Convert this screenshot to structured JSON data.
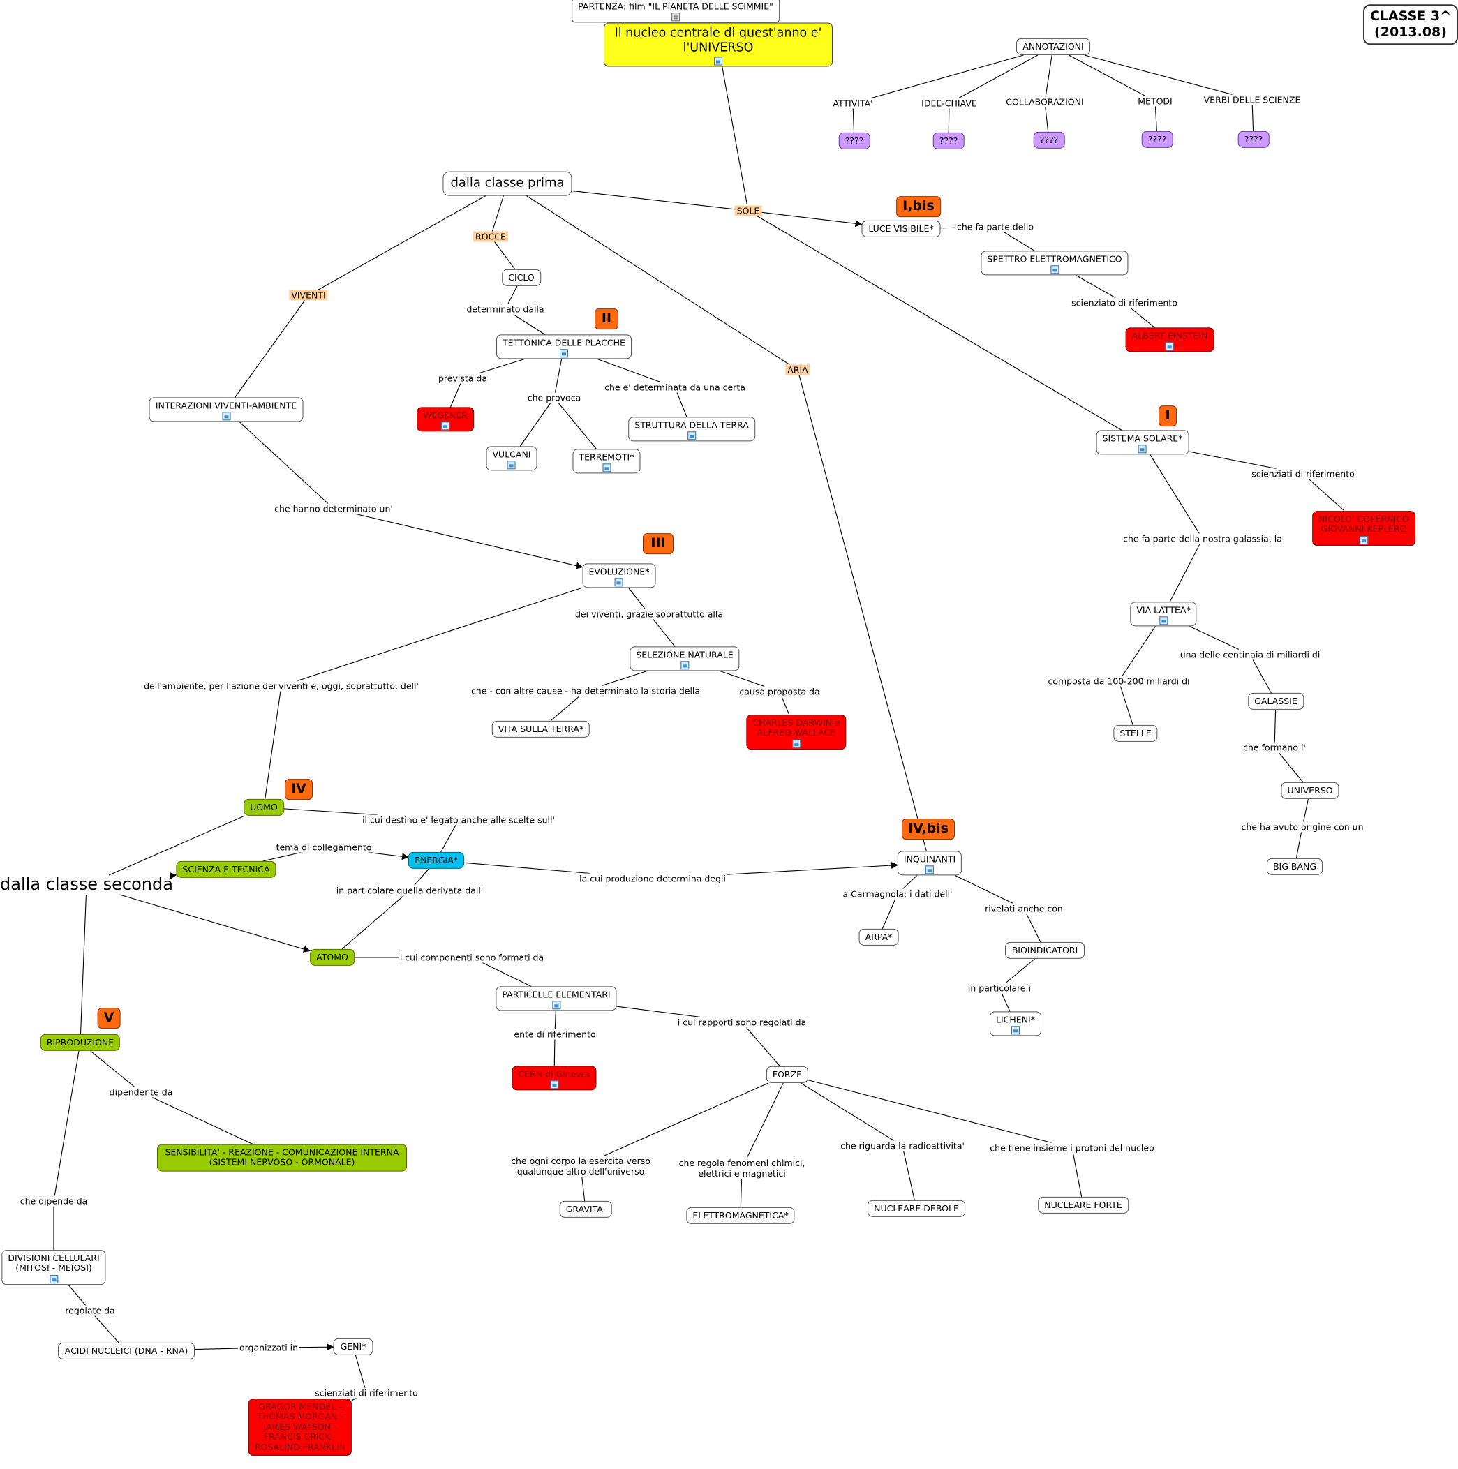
{
  "nodes": [
    {
      "id": "partenza",
      "text": "PARTENZA: film \"IL PIANETA DELLE SCIMMIE\"",
      "style": "src",
      "icon": "document-icon"
    },
    {
      "id": "nucleo",
      "text": "Il nucleo centrale di quest'anno e'\nl'UNIVERSO",
      "style": "root",
      "icon": "image-icon"
    },
    {
      "id": "classe",
      "text": "CLASSE 3^\n(2013.08)",
      "style": "title"
    },
    {
      "id": "annotazioni",
      "text": "ANNOTAZIONI"
    },
    {
      "id": "q1",
      "text": "????",
      "style": "purple"
    },
    {
      "id": "q2",
      "text": "????",
      "style": "purple"
    },
    {
      "id": "q3",
      "text": "????",
      "style": "purple"
    },
    {
      "id": "q4",
      "text": "????",
      "style": "purple"
    },
    {
      "id": "q5",
      "text": "????",
      "style": "purple"
    },
    {
      "id": "prima",
      "text": "dalla classe prima",
      "style": "big"
    },
    {
      "id": "badge_ibis",
      "text": "I,bis",
      "style": "badge"
    },
    {
      "id": "luce",
      "text": "LUCE VISIBILE*"
    },
    {
      "id": "spettro",
      "text": "SPETTRO ELETTROMAGNETICO",
      "icon": "image-icon"
    },
    {
      "id": "einstein",
      "text": "ALBERT EINSTEIN",
      "style": "red",
      "icon": "image-icon"
    },
    {
      "id": "ciclo",
      "text": "CICLO"
    },
    {
      "id": "badge_ii",
      "text": "II",
      "style": "badge"
    },
    {
      "id": "tettonica",
      "text": "TETTONICA DELLE PLACCHE",
      "icon": "image-icon"
    },
    {
      "id": "wegener",
      "text": "WEGENER",
      "style": "red",
      "icon": "image-icon"
    },
    {
      "id": "vulcani",
      "text": "VULCANI",
      "icon": "image-icon"
    },
    {
      "id": "terremoti",
      "text": "TERREMOTI*",
      "icon": "image-icon"
    },
    {
      "id": "struttura",
      "text": "STRUTTURA DELLA TERRA",
      "icon": "image-icon"
    },
    {
      "id": "interazioni",
      "text": "INTERAZIONI VIVENTI-AMBIENTE",
      "icon": "image-icon"
    },
    {
      "id": "badge_i",
      "text": "I",
      "style": "badge"
    },
    {
      "id": "sistema",
      "text": "SISTEMA SOLARE*",
      "icon": "image-icon"
    },
    {
      "id": "copernico",
      "text": "NICOLO' COPERNICO\nGIOVANNI KEPLERO",
      "style": "red",
      "icon": "image-icon"
    },
    {
      "id": "badge_iii",
      "text": "III",
      "style": "badge"
    },
    {
      "id": "evoluzione",
      "text": "EVOLUZIONE*",
      "icon": "image-icon"
    },
    {
      "id": "selezione",
      "text": "SELEZIONE NATURALE",
      "icon": "image-icon"
    },
    {
      "id": "vita",
      "text": "VITA SULLA TERRA*"
    },
    {
      "id": "darwin",
      "text": "CHARLES DARWIN e\nALFRED WALLACE",
      "style": "red",
      "icon": "image-icon"
    },
    {
      "id": "viallattea",
      "text": "VIA LATTEA*",
      "icon": "image-icon"
    },
    {
      "id": "stelle",
      "text": "STELLE"
    },
    {
      "id": "galassie",
      "text": "GALASSIE"
    },
    {
      "id": "universo",
      "text": "UNIVERSO"
    },
    {
      "id": "bigbang",
      "text": "BIG BANG"
    },
    {
      "id": "badge_iv",
      "text": "IV",
      "style": "badge"
    },
    {
      "id": "uomo",
      "text": "UOMO",
      "style": "green"
    },
    {
      "id": "badge_ivbis",
      "text": "IV,bis",
      "style": "badge"
    },
    {
      "id": "inquinanti",
      "text": "INQUINANTI",
      "icon": "image-icon"
    },
    {
      "id": "arpa",
      "text": "ARPA*"
    },
    {
      "id": "bioindicatori",
      "text": "BIOINDICATORI"
    },
    {
      "id": "licheni",
      "text": "LICHENI*",
      "icon": "image-icon"
    },
    {
      "id": "seconda",
      "text": "dalla classe seconda",
      "style": "plain"
    },
    {
      "id": "scienza",
      "text": "SCIENZA E TECNICA",
      "style": "green"
    },
    {
      "id": "energia",
      "text": "ENERGIA*",
      "style": "cyan"
    },
    {
      "id": "atomo",
      "text": "ATOMO",
      "style": "green"
    },
    {
      "id": "particelle",
      "text": "PARTICELLE ELEMENTARI",
      "icon": "image-icon"
    },
    {
      "id": "cern",
      "text": "CERN di Ginevra",
      "style": "red",
      "icon": "image-icon"
    },
    {
      "id": "forze",
      "text": "FORZE"
    },
    {
      "id": "gravita",
      "text": "GRAVITA'"
    },
    {
      "id": "elettro",
      "text": "ELETTROMAGNETICA*"
    },
    {
      "id": "debole",
      "text": "NUCLEARE DEBOLE"
    },
    {
      "id": "forte",
      "text": "NUCLEARE FORTE"
    },
    {
      "id": "badge_v",
      "text": "V",
      "style": "badge"
    },
    {
      "id": "riproduzione",
      "text": "RIPRODUZIONE",
      "style": "green"
    },
    {
      "id": "sensibilita",
      "text": "SENSIBILITA'  - REAZIONE - COMUNICAZIONE INTERNA\n(SISTEMI NERVOSO - ORMONALE)",
      "style": "green"
    },
    {
      "id": "divisioni",
      "text": "DIVISIONI CELLULARI\n(MITOSI - MEIOSI)",
      "icon": "image-icon"
    },
    {
      "id": "acidi",
      "text": "ACIDI NUCLEICI (DNA - RNA)"
    },
    {
      "id": "geni",
      "text": "GENI*"
    },
    {
      "id": "mendel",
      "text": "GRAGOR MENDEL -\nTHOMAS MORGAN -\nJAMES WATSON -\nFRANCIS CRICK -\nROSALIND FRANKLIN",
      "style": "red"
    }
  ],
  "labels": [
    {
      "id": "l_attivita",
      "text": "ATTIVITA'"
    },
    {
      "id": "l_idee",
      "text": "IDEE-CHIAVE"
    },
    {
      "id": "l_collab",
      "text": "COLLABORAZIONI"
    },
    {
      "id": "l_metodi",
      "text": "METODI"
    },
    {
      "id": "l_verbi",
      "text": "VERBI DELLE SCIENZE"
    },
    {
      "id": "l_sole",
      "text": "SOLE",
      "tag": true
    },
    {
      "id": "l_rocce",
      "text": "ROCCE",
      "tag": true
    },
    {
      "id": "l_viventi",
      "text": "VIVENTI",
      "tag": true
    },
    {
      "id": "l_aria",
      "text": "ARIA",
      "tag": true
    },
    {
      "id": "l_chefa",
      "text": "che fa parte dello"
    },
    {
      "id": "l_scienziato",
      "text": "scienziato di riferimento"
    },
    {
      "id": "l_determinato",
      "text": "determinato dalla"
    },
    {
      "id": "l_prevista",
      "text": "prevista da"
    },
    {
      "id": "l_cheprovoca",
      "text": "che provoca"
    },
    {
      "id": "l_chee",
      "text": "che e' determinata da una certa"
    },
    {
      "id": "l_scienziati1",
      "text": "scienziati di riferimento"
    },
    {
      "id": "l_chehanno",
      "text": "che hanno determinato un'"
    },
    {
      "id": "l_galassia",
      "text": "che fa parte della nostra galassia, la"
    },
    {
      "id": "l_viventigrazie",
      "text": "dei viventi, grazie soprattutto alla"
    },
    {
      "id": "l_ambiente",
      "text": "dell'ambiente, per l'azione dei viventi e, oggi, soprattutto, dell'"
    },
    {
      "id": "l_storia",
      "text": "che - con altre cause - ha determinato la storia della"
    },
    {
      "id": "l_causa",
      "text": "causa proposta da"
    },
    {
      "id": "l_composta",
      "text": "composta da 100-200 miliardi di"
    },
    {
      "id": "l_centinaia",
      "text": "una delle centinaia di miliardi di"
    },
    {
      "id": "l_formano",
      "text": "che formano l'"
    },
    {
      "id": "l_origine",
      "text": "che ha avuto origine con un"
    },
    {
      "id": "l_destino",
      "text": "il cui destino e' legato anche alle scelte sull'"
    },
    {
      "id": "l_tema",
      "text": "tema di collegamento"
    },
    {
      "id": "l_produzione",
      "text": "la cui produzione determina degli"
    },
    {
      "id": "l_carmagnola",
      "text": "a Carmagnola: i dati dell'"
    },
    {
      "id": "l_rivelati",
      "text": "rivelati anche con"
    },
    {
      "id": "l_inpart1",
      "text": "in particolare quella derivata dall'"
    },
    {
      "id": "l_inpart2",
      "text": "in particolare i"
    },
    {
      "id": "l_componenti",
      "text": "i cui componenti sono formati da"
    },
    {
      "id": "l_ente",
      "text": "ente di riferimento"
    },
    {
      "id": "l_rapporti",
      "text": "i cui rapporti sono regolati da"
    },
    {
      "id": "l_corpo",
      "text": "che ogni corpo la esercita verso\nqualunque altro dell'universo"
    },
    {
      "id": "l_regola",
      "text": "che regola fenomeni chimici,\nelettrici e magnetici"
    },
    {
      "id": "l_radio",
      "text": "che riguarda la radioattivita'"
    },
    {
      "id": "l_protoni",
      "text": "che tiene insieme i protoni del nucleo"
    },
    {
      "id": "l_dipendente",
      "text": "dipendente da"
    },
    {
      "id": "l_dipende",
      "text": "che dipende da"
    },
    {
      "id": "l_regolate",
      "text": "regolate da"
    },
    {
      "id": "l_organizzati",
      "text": "organizzati in"
    },
    {
      "id": "l_scienziati2",
      "text": "scienziati di riferimento"
    }
  ]
}
